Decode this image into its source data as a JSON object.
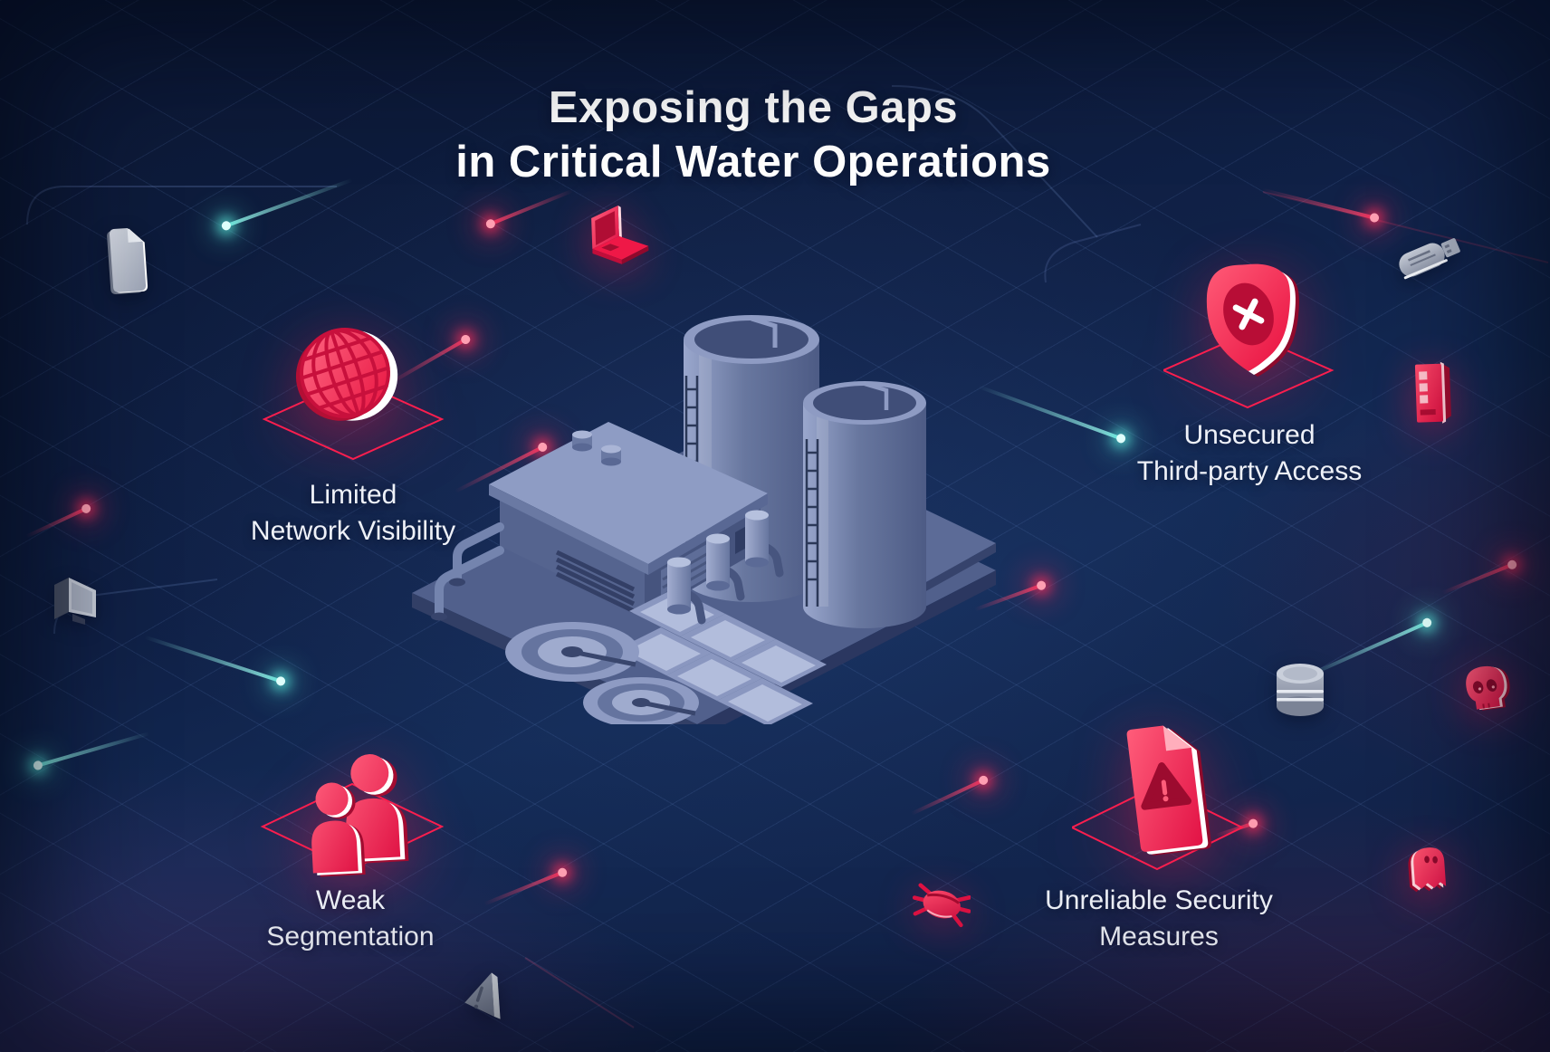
{
  "title": {
    "line1": "Exposing the Gaps",
    "line2": "in Critical Water Operations"
  },
  "callouts": [
    {
      "icon": "globe-icon",
      "label_line1": "Limited",
      "label_line2": "Network Visibility"
    },
    {
      "icon": "shield-x-icon",
      "label_line1": "Unsecured",
      "label_line2": "Third-party Access"
    },
    {
      "icon": "people-icon",
      "label_line1": "Weak",
      "label_line2": "Segmentation"
    },
    {
      "icon": "warning-document-icon",
      "label_line1": "Unreliable Security",
      "label_line2": "Measures"
    }
  ],
  "center_illustration": {
    "name": "water-treatment-plant-illustration"
  },
  "decorative_icons": [
    "file-icon",
    "laptop-icon",
    "usb-drive-icon",
    "keypad-icon",
    "monitor-icon",
    "database-icon",
    "skull-icon",
    "ghost-icon",
    "bug-icon",
    "warning-cone-icon"
  ],
  "colors": {
    "background_navy": "#102147",
    "accent_red": "#f5224c",
    "accent_teal": "#5ce8d8",
    "text": "#eef1f8",
    "plant_blue": "#5d6c99",
    "diamond_outline": "#fb1e4e"
  }
}
